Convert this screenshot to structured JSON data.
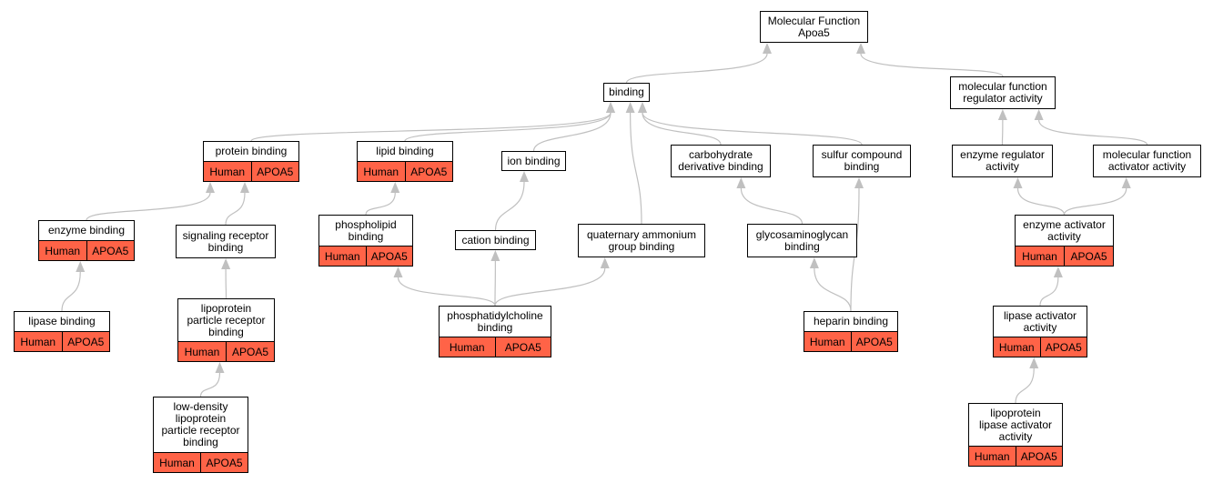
{
  "colors": {
    "annotation": "#ff6347",
    "edge": "#c0c0c0",
    "border": "#000000"
  },
  "nodes": [
    {
      "id": "mf",
      "label": "Molecular Function\nApoa5"
    },
    {
      "id": "bind",
      "label": "binding"
    },
    {
      "id": "mfra",
      "label": "molecular function\nregulator activity"
    },
    {
      "id": "prot",
      "label": "protein binding",
      "species": "Human",
      "gene": "APOA5"
    },
    {
      "id": "lipid",
      "label": "lipid binding",
      "species": "Human",
      "gene": "APOA5"
    },
    {
      "id": "ion",
      "label": "ion binding"
    },
    {
      "id": "carb",
      "label": "carbohydrate\nderivative binding"
    },
    {
      "id": "sulf",
      "label": "sulfur compound\nbinding"
    },
    {
      "id": "era",
      "label": "enzyme regulator\nactivity"
    },
    {
      "id": "mfaa",
      "label": "molecular function\nactivator activity"
    },
    {
      "id": "enz",
      "label": "enzyme binding",
      "species": "Human",
      "gene": "APOA5"
    },
    {
      "id": "srb",
      "label": "signaling receptor\nbinding"
    },
    {
      "id": "phos",
      "label": "phospholipid\nbinding",
      "species": "Human",
      "gene": "APOA5"
    },
    {
      "id": "cat",
      "label": "cation binding"
    },
    {
      "id": "qa",
      "label": "quaternary ammonium\ngroup binding"
    },
    {
      "id": "gag",
      "label": "glycosaminoglycan\nbinding"
    },
    {
      "id": "eaa",
      "label": "enzyme activator\nactivity",
      "species": "Human",
      "gene": "APOA5"
    },
    {
      "id": "lipase",
      "label": "lipase binding",
      "species": "Human",
      "gene": "APOA5"
    },
    {
      "id": "lprb",
      "label": "lipoprotein\nparticle receptor\nbinding",
      "species": "Human",
      "gene": "APOA5"
    },
    {
      "id": "pcb",
      "label": "phosphatidylcholine\nbinding",
      "species": "Human",
      "gene": "APOA5"
    },
    {
      "id": "hep",
      "label": "heparin binding",
      "species": "Human",
      "gene": "APOA5"
    },
    {
      "id": "laa",
      "label": "lipase activator\nactivity",
      "species": "Human",
      "gene": "APOA5"
    },
    {
      "id": "ldl",
      "label": "low-density\nlipoprotein\nparticle receptor\nbinding",
      "species": "Human",
      "gene": "APOA5"
    },
    {
      "id": "lplaa",
      "label": "lipoprotein\nlipase activator\nactivity",
      "species": "Human",
      "gene": "APOA5"
    }
  ],
  "edges": [
    [
      "bind",
      "mf"
    ],
    [
      "mfra",
      "mf"
    ],
    [
      "prot",
      "bind"
    ],
    [
      "lipid",
      "bind"
    ],
    [
      "ion",
      "bind"
    ],
    [
      "carb",
      "bind"
    ],
    [
      "sulf",
      "bind"
    ],
    [
      "qa",
      "bind"
    ],
    [
      "era",
      "mfra"
    ],
    [
      "mfaa",
      "mfra"
    ],
    [
      "enz",
      "prot"
    ],
    [
      "srb",
      "prot"
    ],
    [
      "phos",
      "lipid"
    ],
    [
      "cat",
      "ion"
    ],
    [
      "gag",
      "carb"
    ],
    [
      "hep",
      "gag"
    ],
    [
      "hep",
      "sulf"
    ],
    [
      "eaa",
      "era"
    ],
    [
      "eaa",
      "mfaa"
    ],
    [
      "lipase",
      "enz"
    ],
    [
      "lprb",
      "srb"
    ],
    [
      "ldl",
      "lprb"
    ],
    [
      "pcb",
      "phos"
    ],
    [
      "pcb",
      "cat"
    ],
    [
      "pcb",
      "qa"
    ],
    [
      "laa",
      "eaa"
    ],
    [
      "lplaa",
      "laa"
    ]
  ]
}
